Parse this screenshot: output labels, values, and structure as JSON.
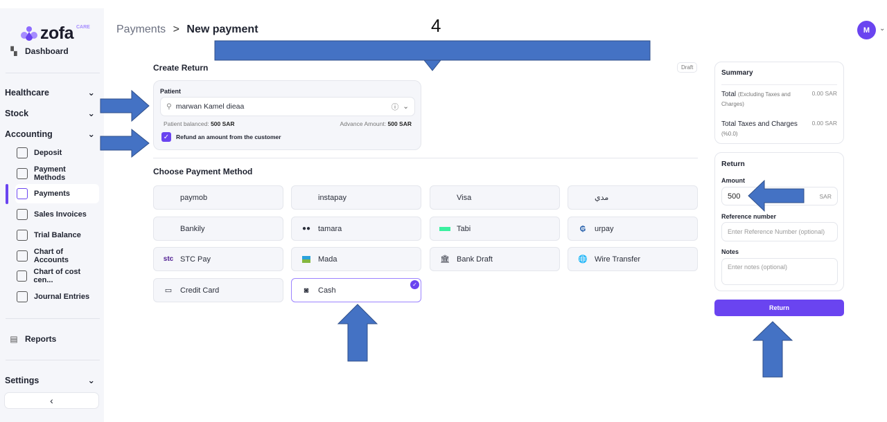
{
  "brand": {
    "name": "zofa",
    "tag": "CARE"
  },
  "sidebar": {
    "dashboard": "Dashboard",
    "groups": {
      "healthcare": "Healthcare",
      "stock": "Stock",
      "accounting": "Accounting",
      "settings": "Settings"
    },
    "accounting_items": [
      {
        "label": "Deposit",
        "icon": "deposit-icon"
      },
      {
        "label": "Payment Methods",
        "icon": "wallet-icon"
      },
      {
        "label": "Payments",
        "icon": "payments-icon",
        "active": true
      },
      {
        "label": "Sales Invoices",
        "icon": "invoice-icon"
      },
      {
        "label": "Trial Balance",
        "icon": "card-icon"
      },
      {
        "label": "Chart of Accounts",
        "icon": "pie-chart-icon"
      },
      {
        "label": "Chart of cost cen...",
        "icon": "line-chart-icon"
      },
      {
        "label": "Journal Entries",
        "icon": "clipboard-icon"
      }
    ],
    "reports": "Reports",
    "collapse_icon": "chevron-left-icon"
  },
  "header": {
    "breadcrumb_parent": "Payments",
    "breadcrumb_sep": ">",
    "title": "New payment",
    "avatar": "M"
  },
  "annotation": {
    "step": "4",
    "color": "#4472c4"
  },
  "create_return": {
    "title": "Create Return",
    "status": "Draft",
    "patient_label": "Patient",
    "patient_value": "marwan Kamel dieaa",
    "balance_label": "Patient balanced:",
    "balance_value": "500 SAR",
    "advance_label": "Advance Amount:",
    "advance_value": "500 SAR",
    "refund_label": "Refund an amount from the customer",
    "refund_checked": true
  },
  "payment": {
    "title": "Choose Payment Method",
    "methods": [
      {
        "label": "paymob",
        "icon": ""
      },
      {
        "label": "instapay",
        "icon": ""
      },
      {
        "label": "Visa",
        "icon": ""
      },
      {
        "label": "مدي",
        "icon": ""
      },
      {
        "label": "Bankily",
        "icon": ""
      },
      {
        "label": "tamara",
        "icon": "tamara-logo"
      },
      {
        "label": "Tabi",
        "icon": "tabby-logo"
      },
      {
        "label": "urpay",
        "icon": "urpay-logo"
      },
      {
        "label": "STC Pay",
        "icon": "stc-logo"
      },
      {
        "label": "Mada",
        "icon": "mada-logo"
      },
      {
        "label": "Bank Draft",
        "icon": "bank-icon"
      },
      {
        "label": "Wire Transfer",
        "icon": "globe-dollar-icon"
      },
      {
        "label": "Credit Card",
        "icon": "credit-card-icon"
      },
      {
        "label": "Cash",
        "icon": "cash-icon",
        "selected": true
      }
    ]
  },
  "summary": {
    "title": "Summary",
    "total_label": "Total",
    "total_note": "(Excluding Taxes and Charges)",
    "total_value": "0.00 SAR",
    "tax_label": "Total Taxes and Charges",
    "tax_note": "(%0.0)",
    "tax_value": "0.00 SAR"
  },
  "return_form": {
    "title": "Return",
    "amount_label": "Amount",
    "amount_value": "500",
    "currency": "SAR",
    "ref_label": "Reference number",
    "ref_placeholder": "Enter Reference Number (optional)",
    "notes_label": "Notes",
    "notes_placeholder": "Enter notes (optional)",
    "submit": "Return"
  },
  "colors": {
    "accent": "#6a44f0",
    "sidebar_bg": "#f5f6fa"
  }
}
